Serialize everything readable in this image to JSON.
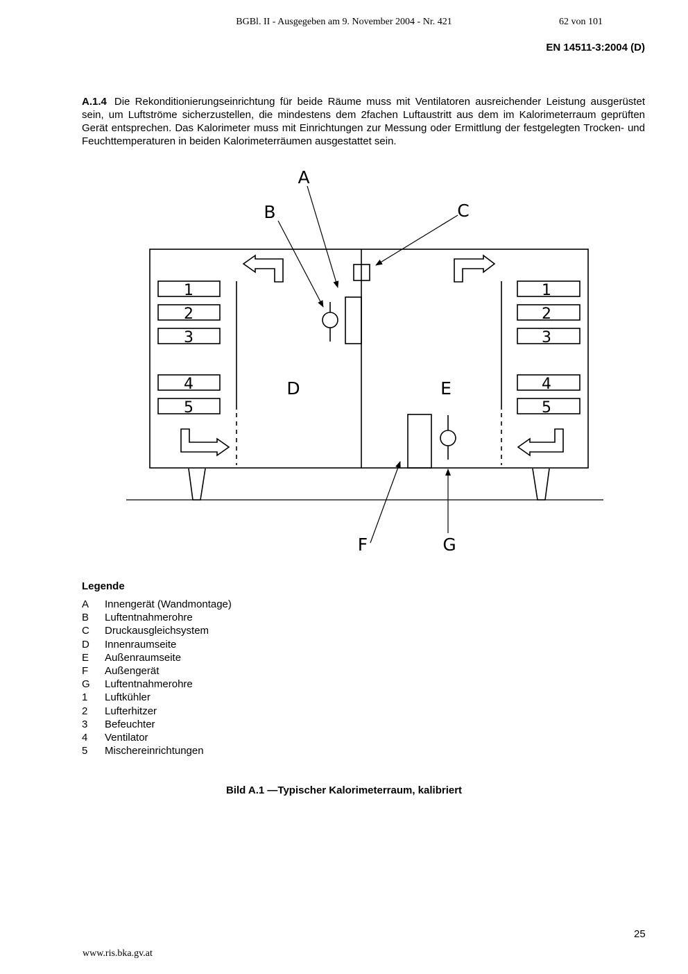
{
  "header": {
    "center": "BGBl. II - Ausgegeben am 9. November 2004 - Nr. 421",
    "page_of": "62 von 101",
    "doc_ref": "EN 14511-3:2004 (D)"
  },
  "paragraph": {
    "number": "A.1.4",
    "text": "Die Rekonditionierungseinrichtung für beide Räume muss mit Ventilatoren ausreichender Leistung ausgerüstet sein, um Luftströme sicherzustellen, die mindestens dem 2fachen Luftaustritt aus dem im Kalorimeterraum geprüften Gerät entsprechen. Das Kalorimeter muss mit Einrichtungen zur Messung oder Ermittlung der festgelegten Trocken- und Feuchttemperaturen in beiden Kalorimeterräumen ausgestattet sein."
  },
  "figure": {
    "labels": {
      "A": "A",
      "B": "B",
      "C": "C",
      "D": "D",
      "E": "E",
      "F": "F",
      "G": "G"
    },
    "left_boxes": [
      "1",
      "2",
      "3",
      "4",
      "5"
    ],
    "right_boxes": [
      "1",
      "2",
      "3",
      "4",
      "5"
    ]
  },
  "legend": {
    "title": "Legende",
    "items": [
      {
        "key": "A",
        "text": "Innengerät (Wandmontage)"
      },
      {
        "key": "B",
        "text": "Luftentnahmerohre"
      },
      {
        "key": "C",
        "text": "Druckausgleichsystem"
      },
      {
        "key": "D",
        "text": "Innenraumseite"
      },
      {
        "key": "E",
        "text": "Außenraumseite"
      },
      {
        "key": "F",
        "text": "Außengerät"
      },
      {
        "key": "G",
        "text": "Luftentnahmerohre"
      },
      {
        "key": "1",
        "text": "Luftkühler"
      },
      {
        "key": "2",
        "text": "Lufterhitzer"
      },
      {
        "key": "3",
        "text": "Befeuchter"
      },
      {
        "key": "4",
        "text": "Ventilator"
      },
      {
        "key": "5",
        "text": "Mischereinrichtungen"
      }
    ]
  },
  "caption": "Bild A.1 —Typischer Kalorimeterraum, kalibriert",
  "page_number": "25",
  "footer_url": "www.ris.bka.gv.at"
}
